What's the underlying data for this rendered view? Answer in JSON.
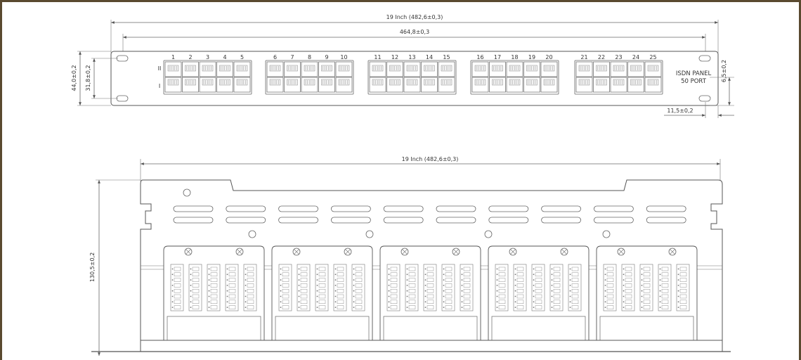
{
  "front_view": {
    "overall_width_label": "19 Inch (482,6±0,3)",
    "mounting_width_label": "464,8±0,3",
    "height_label": "44,0±0,2",
    "hole_spacing_label": "31,8±0,2",
    "hole_height_label": "6,5±0,2",
    "hole_offset_label": "11,5±0,2",
    "row_labels": [
      "II",
      "I"
    ],
    "port_numbers": [
      "1",
      "2",
      "3",
      "4",
      "5",
      "6",
      "7",
      "8",
      "9",
      "10",
      "11",
      "12",
      "13",
      "14",
      "15",
      "16",
      "17",
      "18",
      "19",
      "20",
      "21",
      "22",
      "23",
      "24",
      "25"
    ],
    "panel_name": [
      "ISDN PANEL",
      "50 PORT"
    ]
  },
  "rear_view": {
    "overall_width_label": "19 Inch (482,6±0,3)",
    "depth_label": "130,5±0,2"
  },
  "colors": {
    "frame": "#5a4a30",
    "line": "#666666",
    "text": "#333333"
  }
}
